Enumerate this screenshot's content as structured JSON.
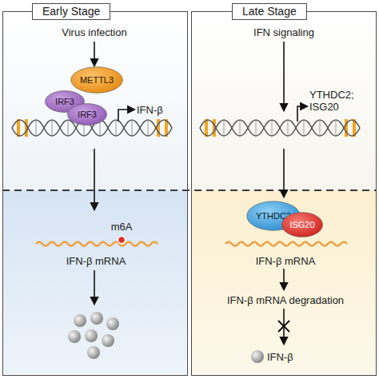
{
  "diagram": {
    "nodes": [
      {
        "text": [
          "Early Stage"
        ]
      },
      {
        "text": [
          "METTL3"
        ],
        "in": 0
      },
      {
        "text": [
          "IRF3"
        ],
        "in": 0
      },
      {
        "text": [
          "IRF3"
        ],
        "in": 0
      },
      {
        "text": [
          "Late Stage"
        ]
      },
      {
        "text": [
          "YTHDC2"
        ],
        "in": 4
      },
      {
        "text": [
          "ISG20"
        ],
        "in": 4
      }
    ],
    "labels": [
      "Virus infection",
      "IFN-β",
      "m6A",
      "IFN-β mRNA",
      "IFN signaling",
      "YTHDC2; ISG20",
      "IFN-β mRNA",
      "IFN-β mRNA degradation",
      "IFN-β"
    ]
  }
}
